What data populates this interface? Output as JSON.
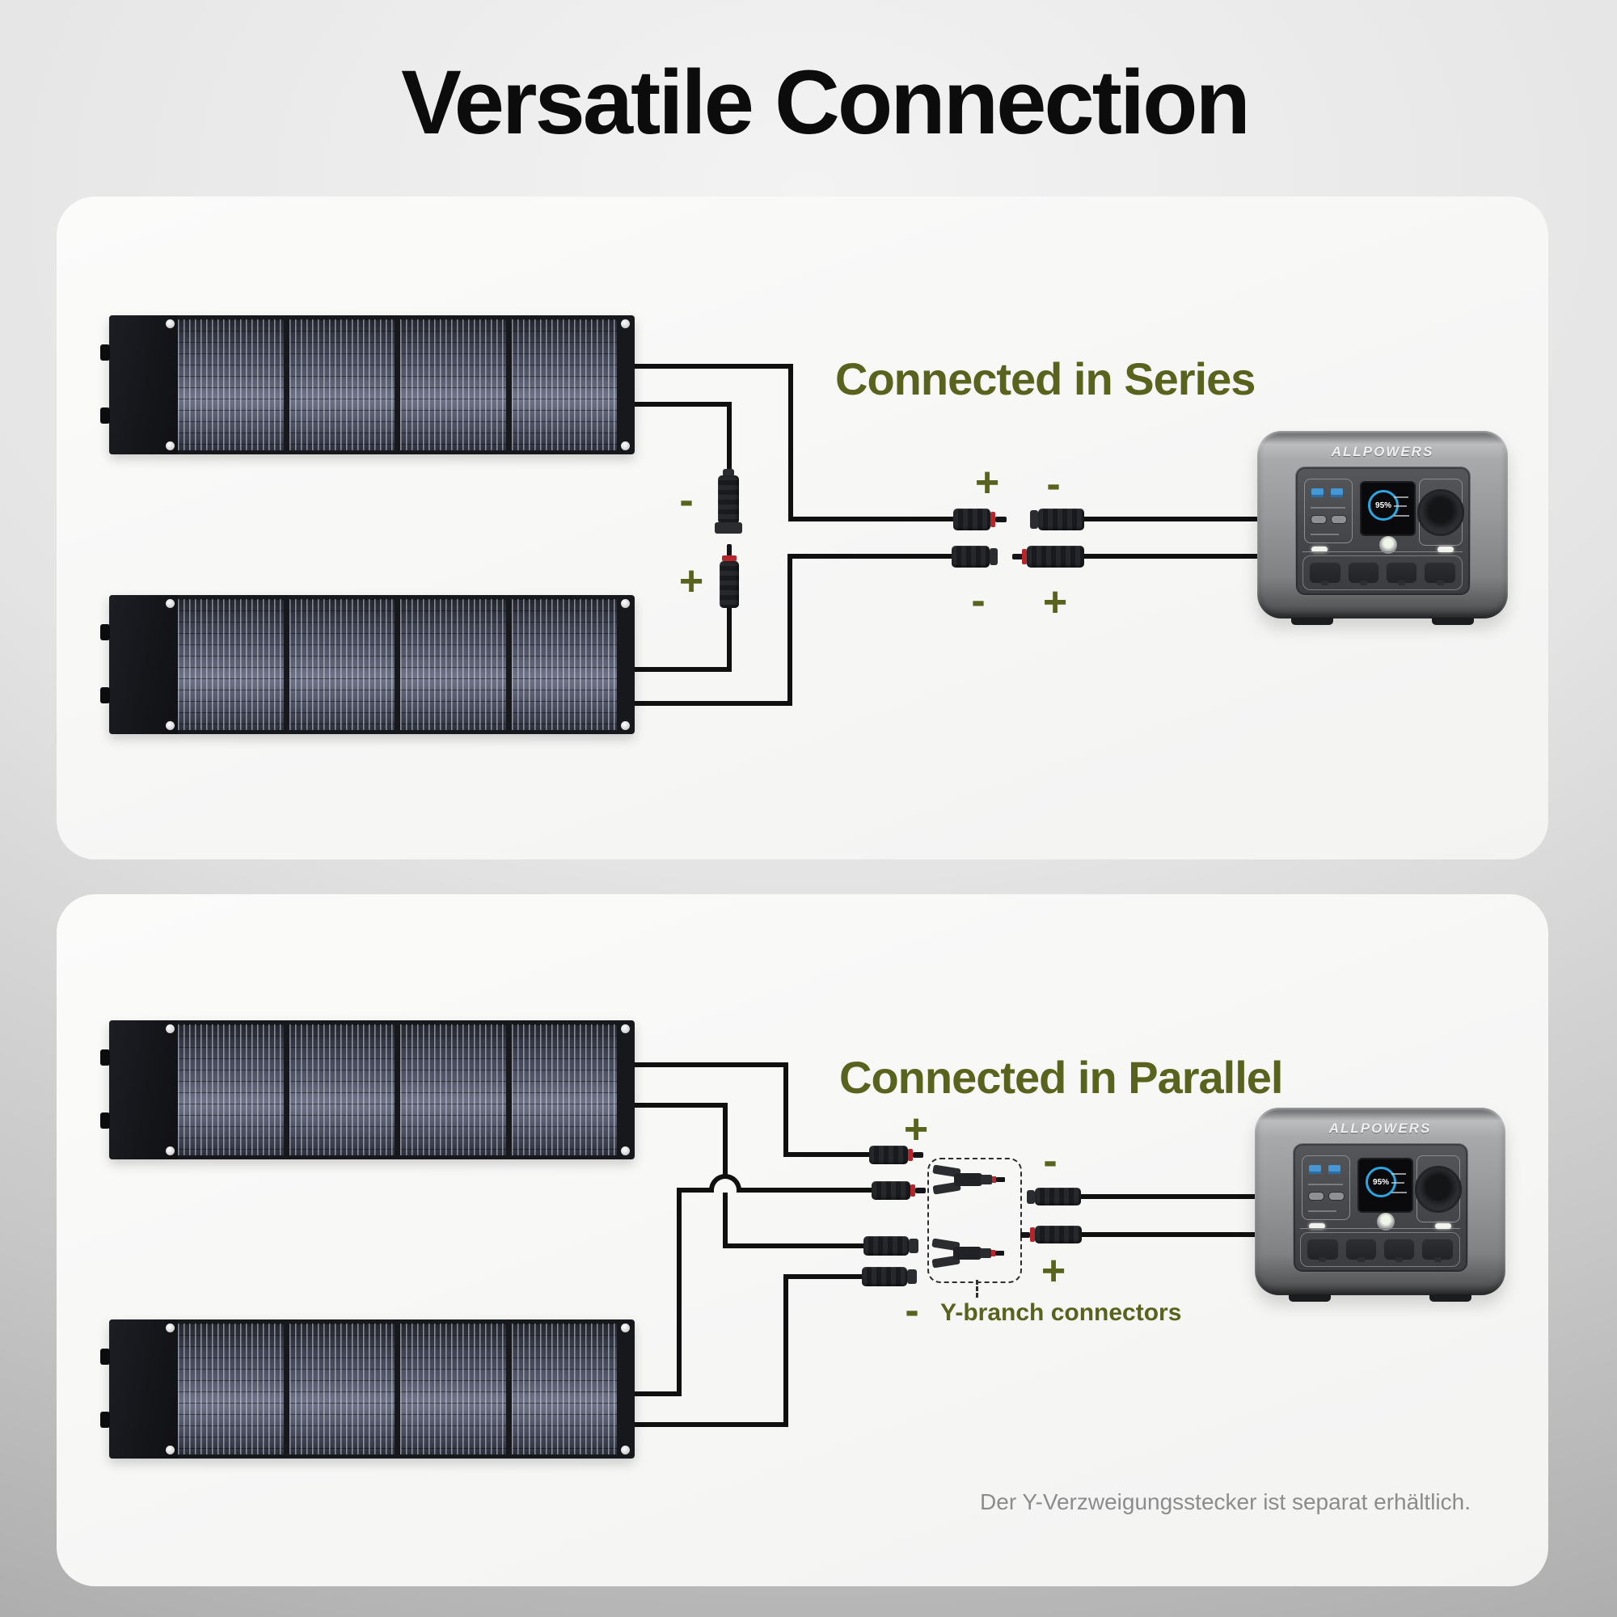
{
  "title": "Versatile Connection",
  "series": {
    "heading": "Connected in Series",
    "panel_link_neg": "-",
    "panel_link_pos": "+",
    "pair1_pos": "+",
    "pair1_neg": "-",
    "pair2_neg": "-",
    "pair2_pos": "+"
  },
  "parallel": {
    "heading": "Connected in Parallel",
    "input_pos": "+",
    "input_neg": "-",
    "output_neg": "-",
    "output_pos": "+",
    "y_branch_label": "Y-branch connectors",
    "note": "Der Y-Verzweigungsstecker ist separat erhältlich."
  },
  "station": {
    "brand": "ALLPOWERS",
    "battery_percent": "95%"
  },
  "colors": {
    "accent_olive": "#59631d",
    "wire_black": "#101010",
    "connector_red": "#b5262c"
  }
}
